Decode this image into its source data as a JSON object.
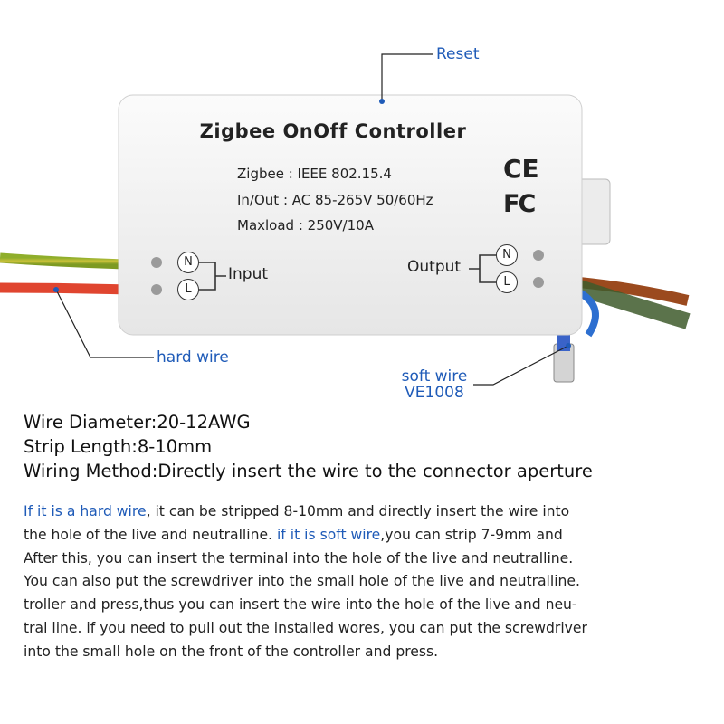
{
  "device": {
    "title": "Zigbee OnOff Controller",
    "specs": [
      "Zigbee : IEEE 802.15.4",
      "In/Out : AC 85-265V 50/60Hz",
      "Maxload : 250V/10A"
    ],
    "certifications": [
      "CE",
      "FC"
    ],
    "input": {
      "label": "Input",
      "terminals": [
        "N",
        "L"
      ]
    },
    "output": {
      "label": "Output",
      "terminals": [
        "N",
        "L"
      ]
    }
  },
  "callouts": {
    "reset": "Reset",
    "hard_wire": "hard wire",
    "soft_wire": [
      "soft wire",
      "VE1008"
    ]
  },
  "wire_specs": [
    "Wire Diameter:20-12AWG",
    "Strip Length:8-10mm",
    "Wiring Method:Directly insert the wire to the connector aperture"
  ],
  "paragraph": {
    "lines": [
      {
        "highlight": "If it is a hard wire",
        "text": ", it can be stripped 8-10mm and directly insert the wire into"
      },
      {
        "text": "the hole of the live and neutralline. ",
        "highlight": "if it is soft wire",
        "after": ",you can strip 7-9mm and"
      },
      {
        "text": "After this, you can insert the terminal into the hole of the live and neutralline."
      },
      {
        "text": "You can also put the screwdriver into the small hole of the live and neutralline."
      },
      {
        "text": "troller and press,thus you can insert the wire into the hole of the live and neu-"
      },
      {
        "text": "tral line. if you need to pull out the installed wores, you can put the screwdriver"
      },
      {
        "text": "into the small hole on the front of the controller and press."
      }
    ]
  },
  "colors": {
    "accent": "#1f5bb8",
    "hard_wire": "#e0452f",
    "ground_wire": "#8fae2b",
    "brown_wire": "#9b4a1e",
    "blue_wire": "#2d6fd0"
  }
}
